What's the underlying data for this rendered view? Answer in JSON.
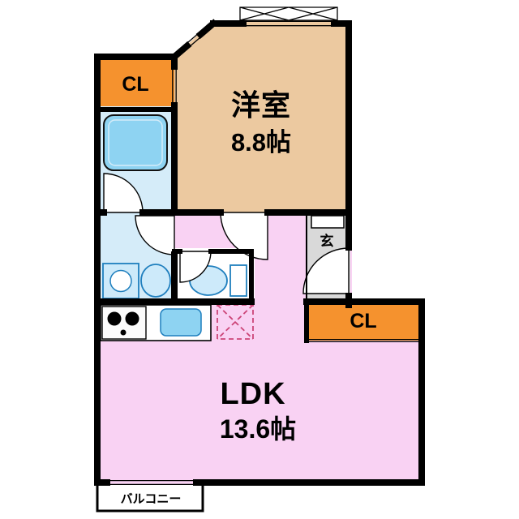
{
  "plan": {
    "type": "apartment-floor-plan",
    "rooms": {
      "western": {
        "label": "洋室",
        "size": "8.8帖",
        "color": "#ecc9a0"
      },
      "ldk": {
        "label": "LDK",
        "size": "13.6帖",
        "color": "#f9d2f3"
      },
      "closet_top_left": {
        "label": "CL",
        "color": "#f5922e"
      },
      "closet_right": {
        "label": "CL",
        "color": "#f5922e"
      },
      "entrance": {
        "label": "玄",
        "color": "#d9d9d9"
      },
      "bathroom": {
        "color": "#d5ecf9"
      },
      "washroom": {
        "color": "#d5ecf9"
      },
      "toilet_room": {
        "color": "#ffffff"
      },
      "balcony": {
        "label": "バルコニー",
        "color": "#ffffff"
      }
    },
    "fixtures": [
      "bathtub-icon",
      "washing-machine-icon",
      "vanity-sink-icon",
      "toilet-icon",
      "stove-icon",
      "kitchen-sink-icon",
      "refrigerator-space-icon",
      "shoe-cabinet-icon",
      "door-swing-icon",
      "window-icon",
      "balcony-railing-icon"
    ],
    "colors": {
      "wall": "#000000",
      "fixture_fill": "#cdeafa",
      "fixture_accent": "#8ed3f2",
      "fixture_outline": "#1f7fbe",
      "refrigerator_dash": "#cc4477",
      "background": "#ffffff"
    }
  }
}
